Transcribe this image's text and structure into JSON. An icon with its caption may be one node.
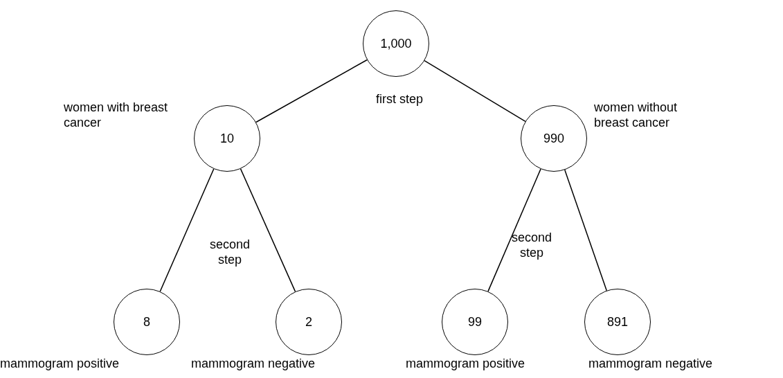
{
  "diagram": {
    "nodes": [
      {
        "text": [
          "1,000"
        ]
      },
      {
        "text": [
          "10"
        ],
        "beside": [
          "women with breast cancer"
        ]
      },
      {
        "text": [
          "990"
        ],
        "beside": [
          "women without breast cancer"
        ]
      },
      {
        "text": [
          "8"
        ],
        "beside": [
          "mammogram positive"
        ]
      },
      {
        "text": [
          "2"
        ],
        "beside": [
          "mammogram negative"
        ]
      },
      {
        "text": [
          "99"
        ],
        "beside": [
          "mammogram positive"
        ]
      },
      {
        "text": [
          "891"
        ],
        "beside": [
          "mammogram negative"
        ]
      }
    ],
    "edges": [
      {
        "from": 0,
        "to": 1,
        "arrow": "none"
      },
      {
        "from": 0,
        "to": 2,
        "arrow": "none"
      },
      {
        "from": 1,
        "to": 3,
        "arrow": "none"
      },
      {
        "from": 1,
        "to": 4,
        "arrow": "none"
      },
      {
        "from": 2,
        "to": 5,
        "arrow": "none"
      },
      {
        "from": 2,
        "to": 6,
        "arrow": "none"
      }
    ],
    "labels": [
      "first step",
      "second step",
      "second step"
    ]
  }
}
